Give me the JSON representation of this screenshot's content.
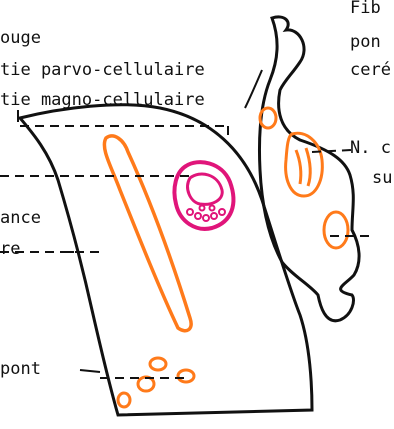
{
  "labels": {
    "rouge": "ouge",
    "parvo": "tie parvo-cellulaire",
    "magno": "tie magno-cellulaire",
    "substance": "ance",
    "noire": "re",
    "pont": "pont",
    "fib": "Fib",
    "pont_right": "pon",
    "cerebelleux": "ceré",
    "n_c": "N. c",
    "su": "su"
  },
  "colors": {
    "outline": "#111111",
    "orange": "#ff7a1a",
    "magenta": "#e0157a",
    "background": "#ffffff"
  }
}
